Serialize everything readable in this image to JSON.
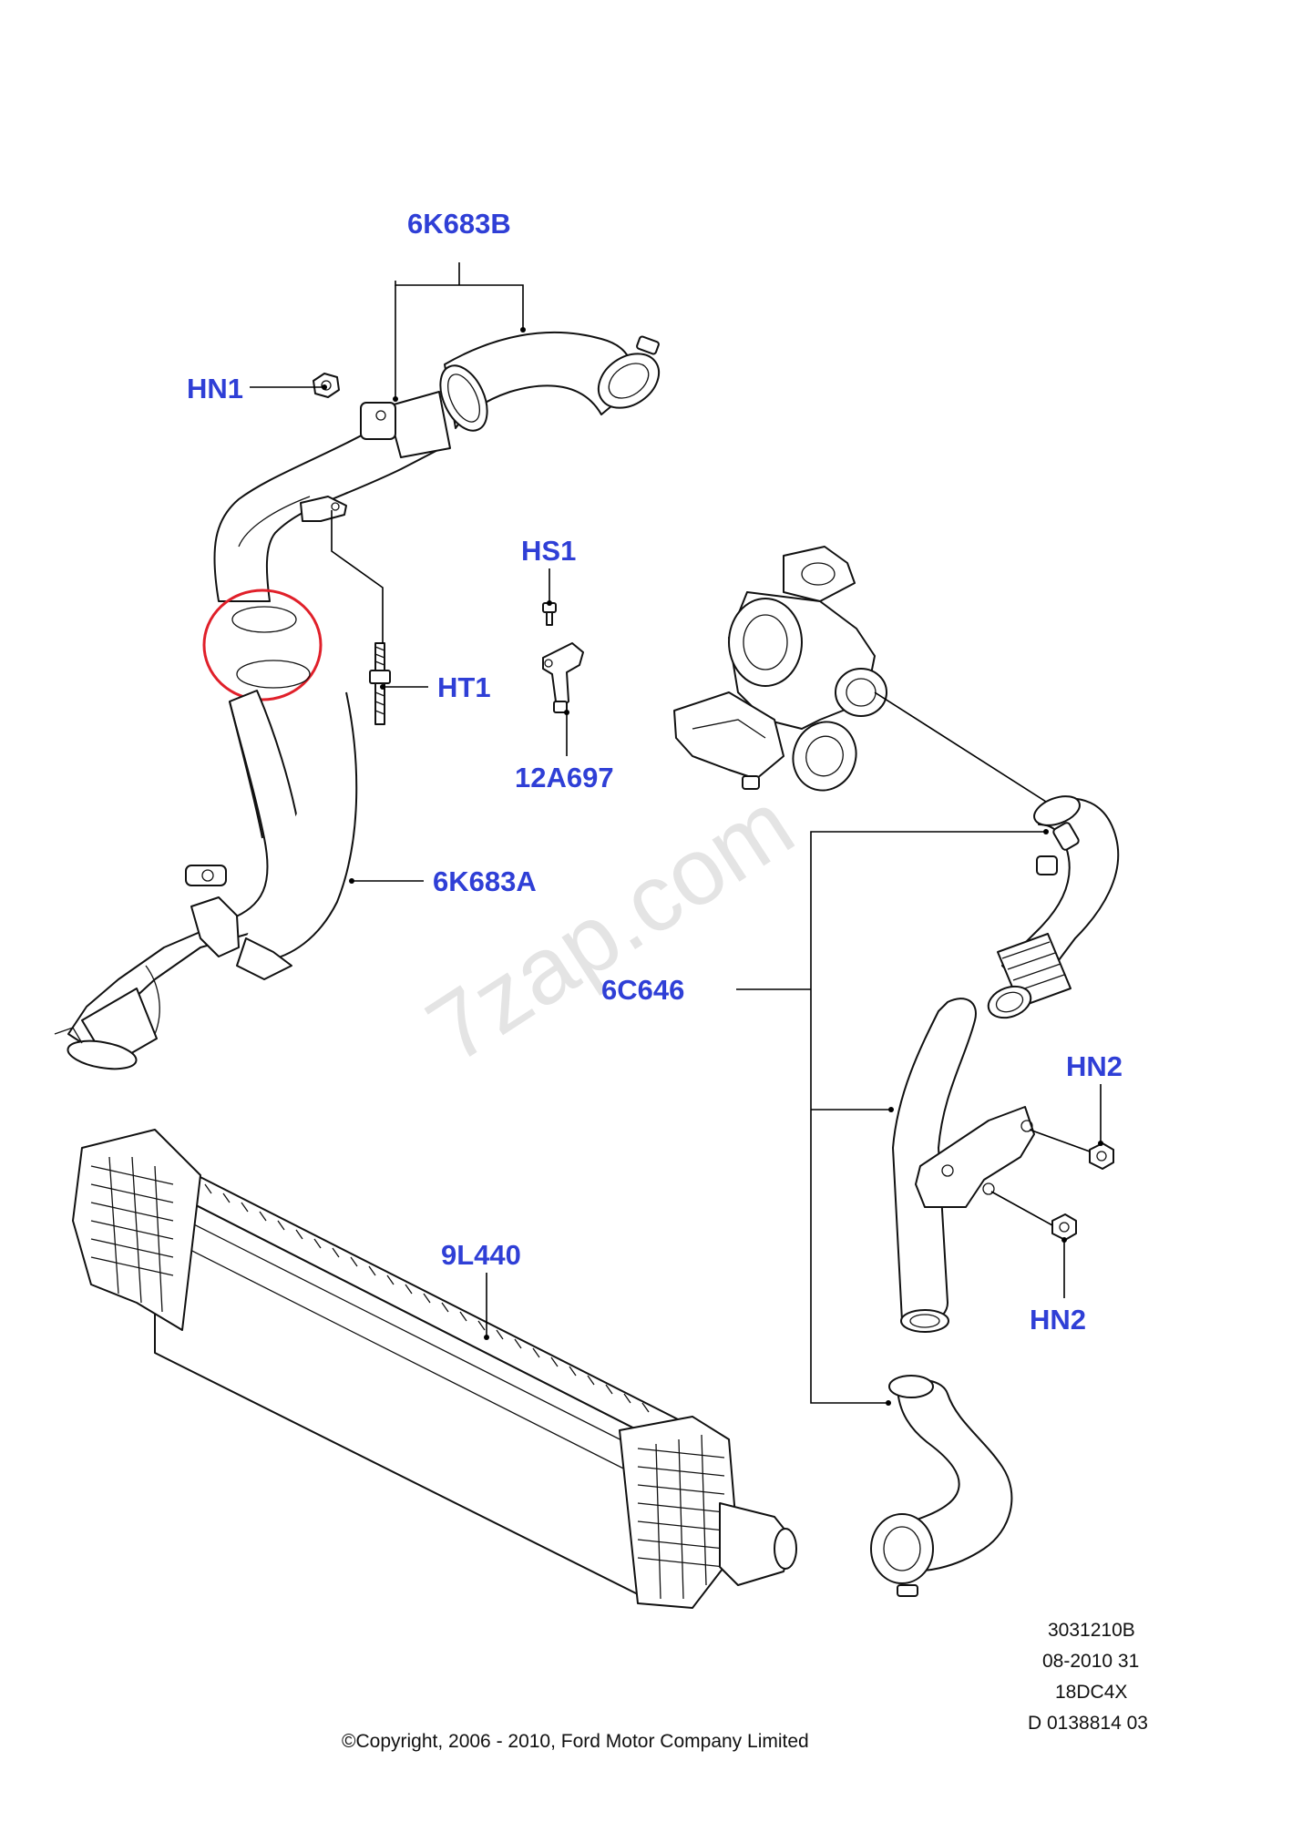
{
  "diagram": {
    "labels": {
      "hose_upper": "6K683B",
      "nut_hn1": "HN1",
      "screw_hs1": "HS1",
      "stud_ht1": "HT1",
      "sensor": "12A697",
      "hose_lower": "6K683A",
      "pipe_assembly": "6C646",
      "nut_hn2_top": "HN2",
      "nut_hn2_bottom": "HN2",
      "intercooler": "9L440"
    },
    "watermark": "7zap.com",
    "reference": {
      "line1": "3031210B",
      "line2": "08-2010 31",
      "line3": "18DC4X",
      "line4": "D 0138814 03"
    },
    "copyright": "©Copyright, 2006 - 2010, Ford Motor Company Limited"
  },
  "colors": {
    "label": "#2f3fd6",
    "highlight_circle": "#e0202a",
    "line": "#000000"
  }
}
